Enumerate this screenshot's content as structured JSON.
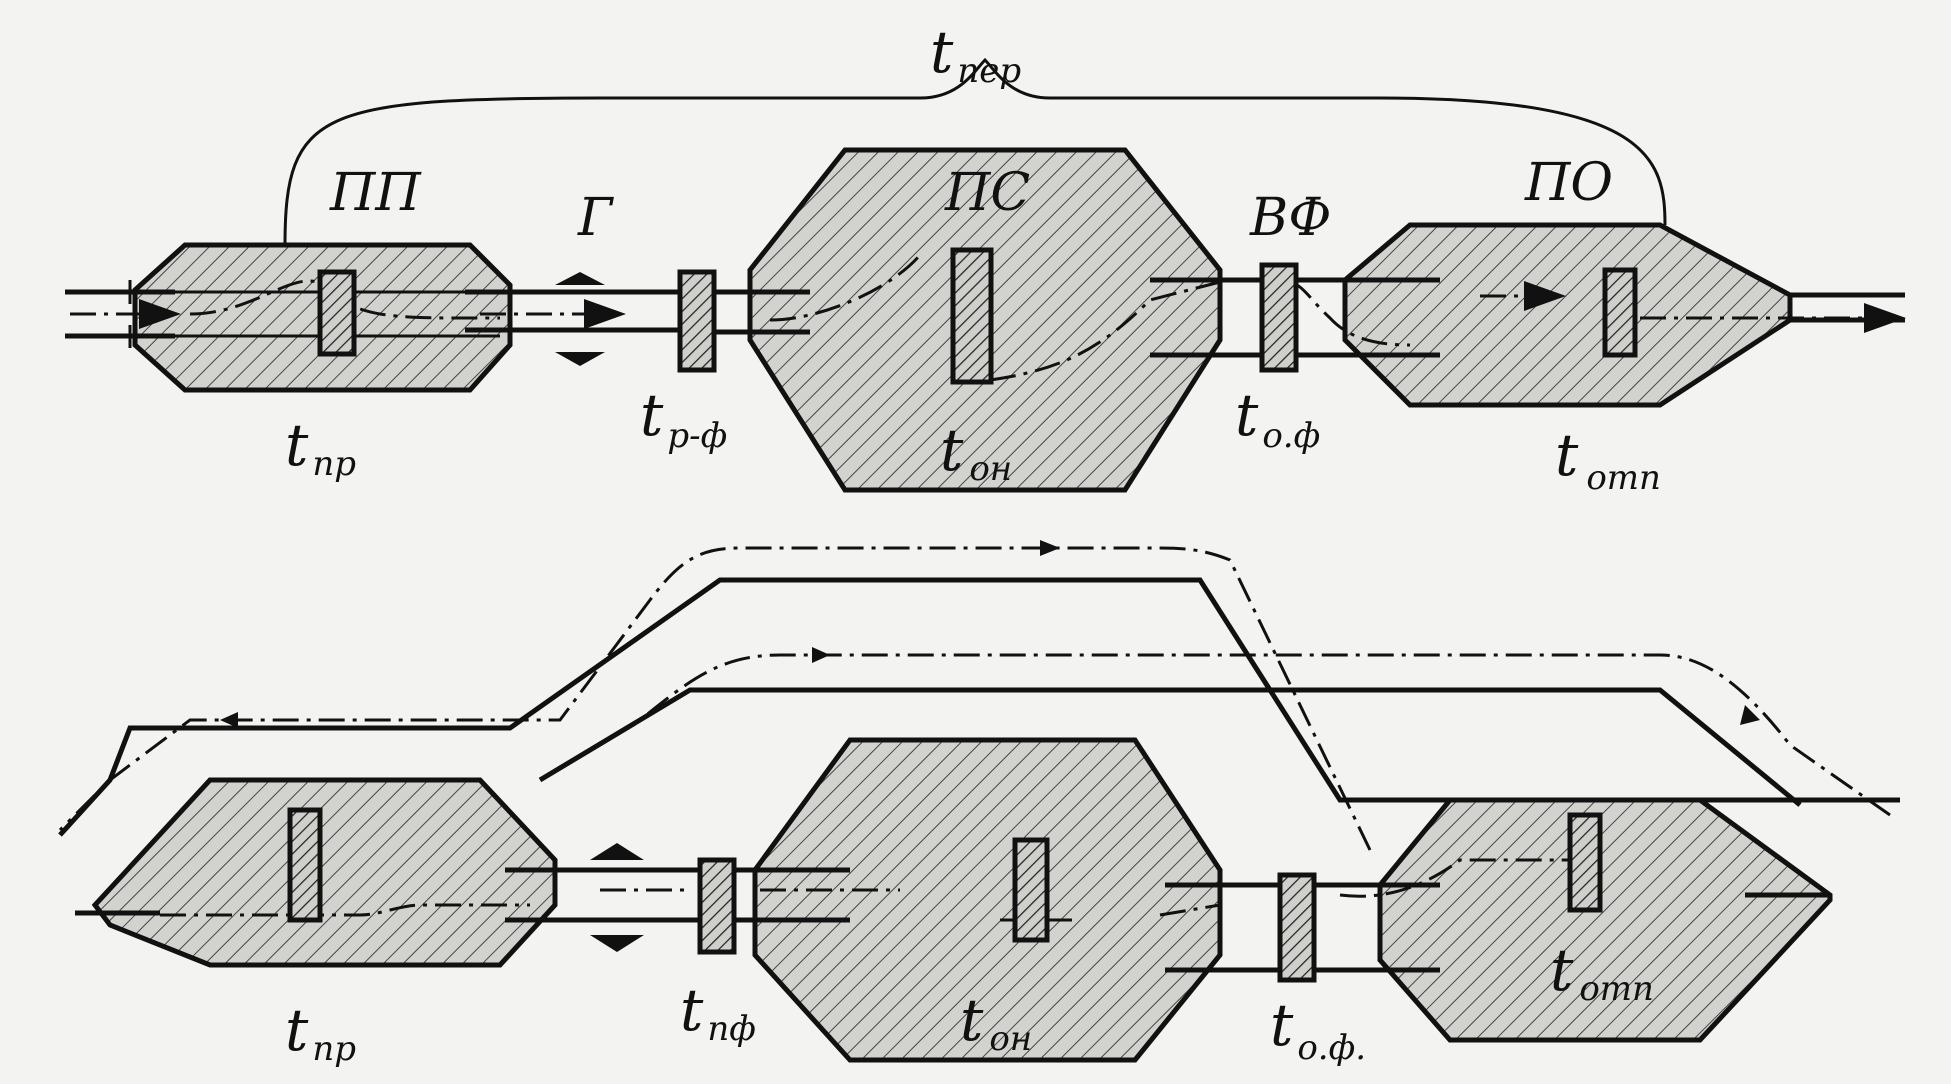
{
  "labels": {
    "t_per": "t",
    "t_per_sub": "пер",
    "pp": "ПП",
    "g": "Г",
    "ps": "ПС",
    "vf": "ВФ",
    "po": "ПО",
    "top_t_pr": "t",
    "top_t_pr_sub": "пр",
    "top_t_rf": "t",
    "top_t_rf_sub": "р-ф",
    "top_t_on": "t",
    "top_t_on_sub": "он",
    "top_t_of": "t",
    "top_t_of_sub": "о.ф",
    "top_t_otp": "t",
    "top_t_otp_sub": "отп",
    "bot_t_pr": "t",
    "bot_t_pr_sub": "пр",
    "bot_t_pf": "t",
    "bot_t_pf_sub": "пф",
    "bot_t_on": "t",
    "bot_t_on_sub": "он",
    "bot_t_of": "t",
    "bot_t_of_sub": "о.ф.",
    "bot_t_otp": "t",
    "bot_t_otp_sub": "отп"
  }
}
